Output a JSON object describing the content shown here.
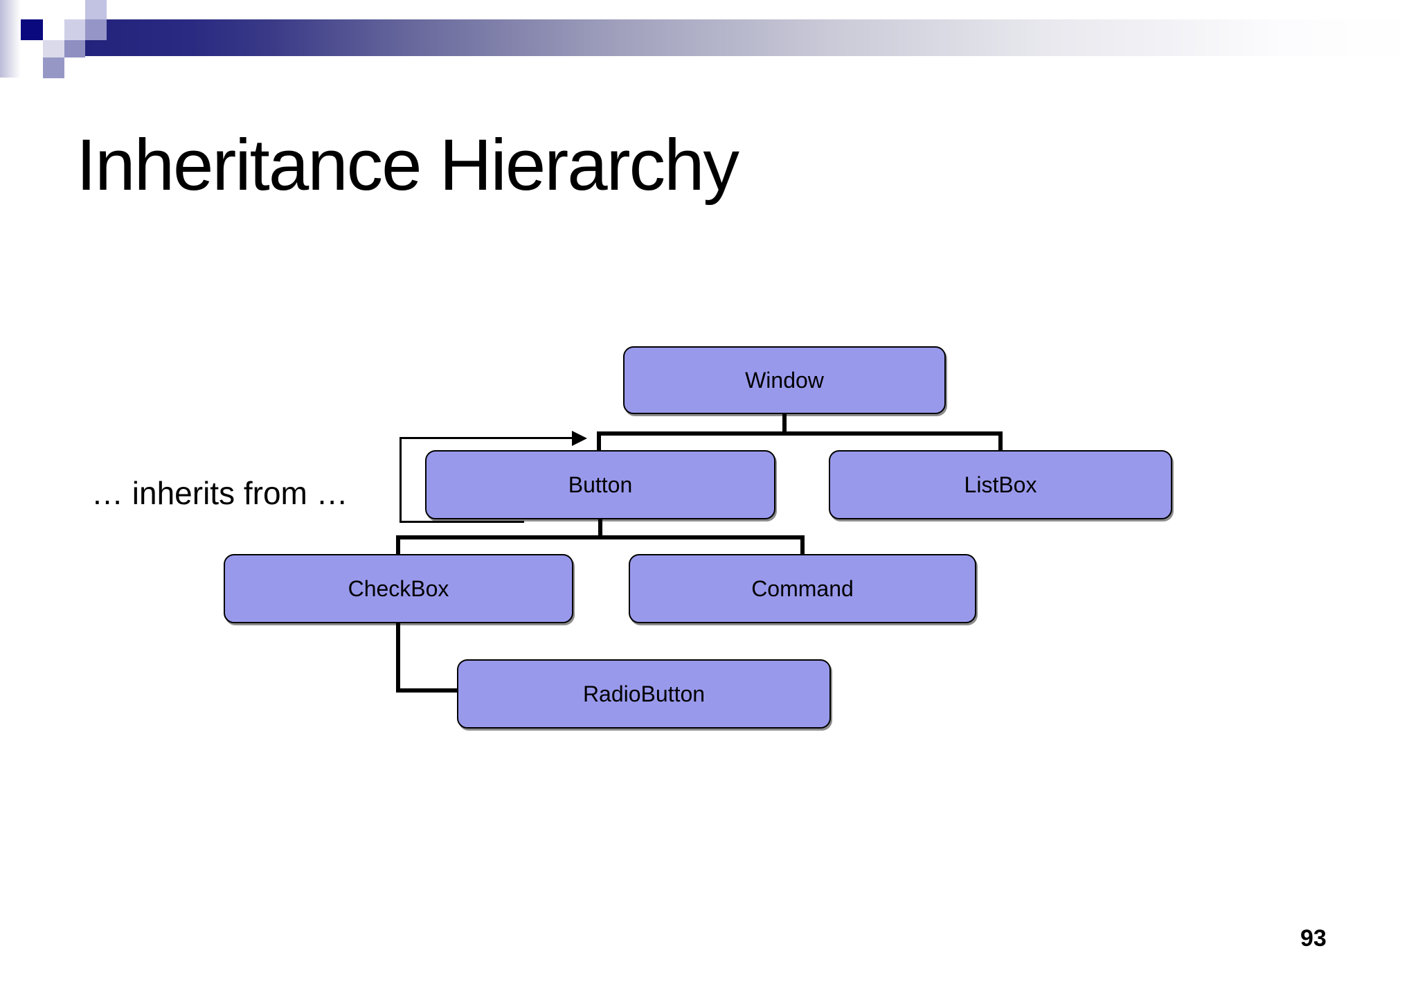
{
  "slide": {
    "title": "Inheritance Hierarchy",
    "annotation": "… inherits from …",
    "page_number": "93"
  },
  "colors": {
    "node_fill": "#9999ec",
    "node_border": "#000000",
    "connector": "#000000",
    "header_dark_navy": "#23237d",
    "header_accent_square": "#0a0a7e"
  },
  "diagram": {
    "type": "inheritance-tree",
    "nodes": [
      {
        "label": "Window",
        "parent": null
      },
      {
        "label": "Button",
        "parent": "Window"
      },
      {
        "label": "ListBox",
        "parent": "Window"
      },
      {
        "label": "CheckBox",
        "parent": "Button"
      },
      {
        "label": "Command",
        "parent": "Button"
      },
      {
        "label": "RadioButton",
        "parent": "CheckBox"
      }
    ],
    "edge_meaning": "child inherits from parent"
  }
}
